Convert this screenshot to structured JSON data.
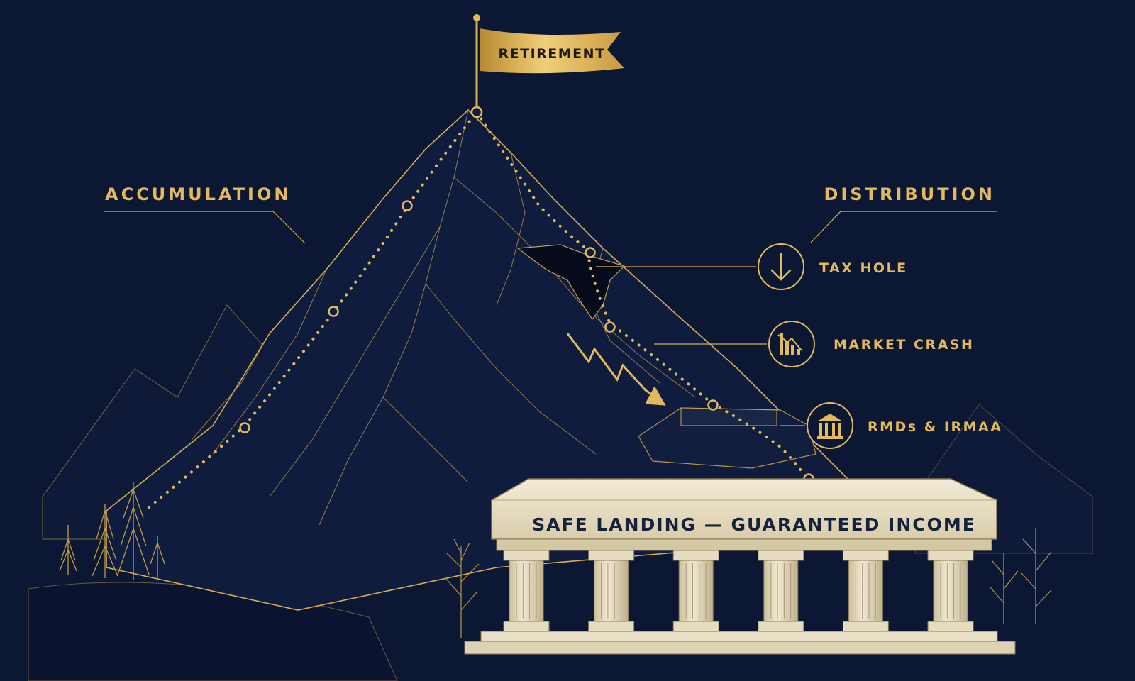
{
  "flag": {
    "label": "RETIREMENT"
  },
  "phases": {
    "left": "ACCUMULATION",
    "right": "DISTRIBUTION"
  },
  "risks": [
    {
      "label": "TAX HOLE",
      "icon": "down-arrow-icon"
    },
    {
      "label": "MARKET CRASH",
      "icon": "falling-bar-chart-icon"
    },
    {
      "label": "RMDs & IRMAA",
      "icon": "bank-building-icon"
    }
  ],
  "platform": {
    "label": "SAFE LANDING — GUARANTEED INCOME",
    "columns": 6
  },
  "colors": {
    "background": "#0c1733",
    "gold": "#e3b95c",
    "stone": "#ece3cc",
    "text_dark": "#16213e"
  }
}
